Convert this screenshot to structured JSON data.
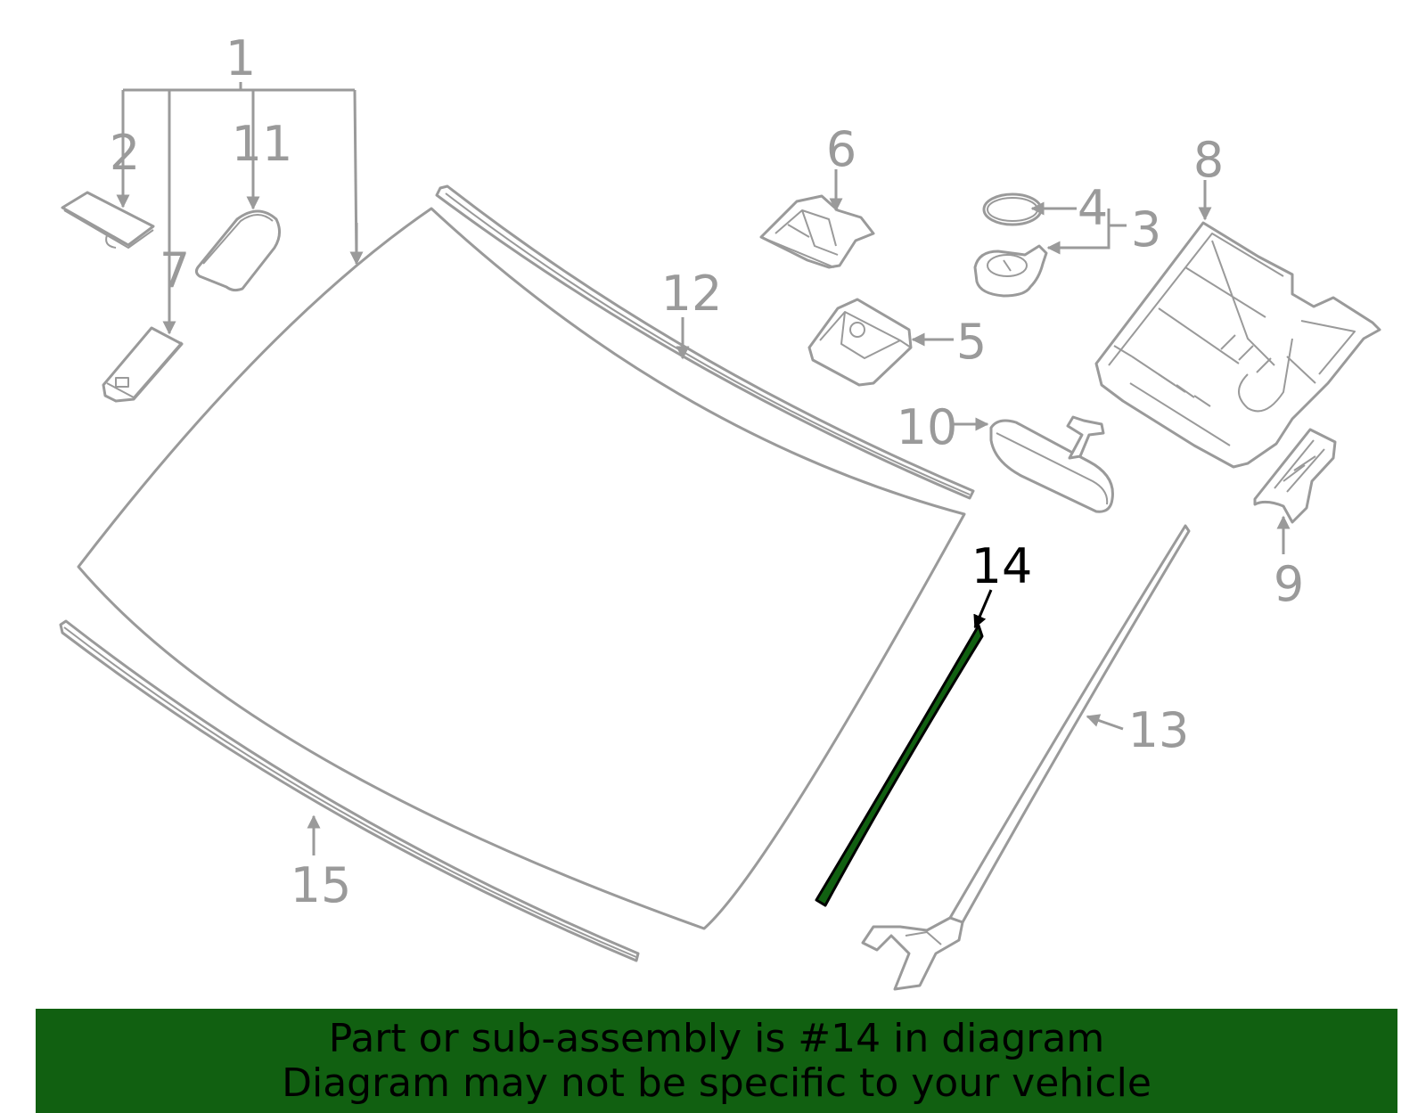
{
  "callouts": {
    "c1": "1",
    "c2": "2",
    "c3": "3",
    "c4": "4",
    "c5": "5",
    "c6": "6",
    "c7": "7",
    "c8": "8",
    "c9": "9",
    "c10": "10",
    "c11": "11",
    "c12": "12",
    "c13": "13",
    "c14": "14",
    "c15": "15"
  },
  "highlighted_part": "14",
  "colors": {
    "line": "#9a9a9a",
    "highlight": "#000000",
    "highlight_part": "#116011",
    "banner": "#116011",
    "banner_text": "#000000"
  },
  "banner": {
    "line1": "Part or sub-assembly is #14 in diagram",
    "line2": "Diagram may not be specific to your vehicle"
  }
}
